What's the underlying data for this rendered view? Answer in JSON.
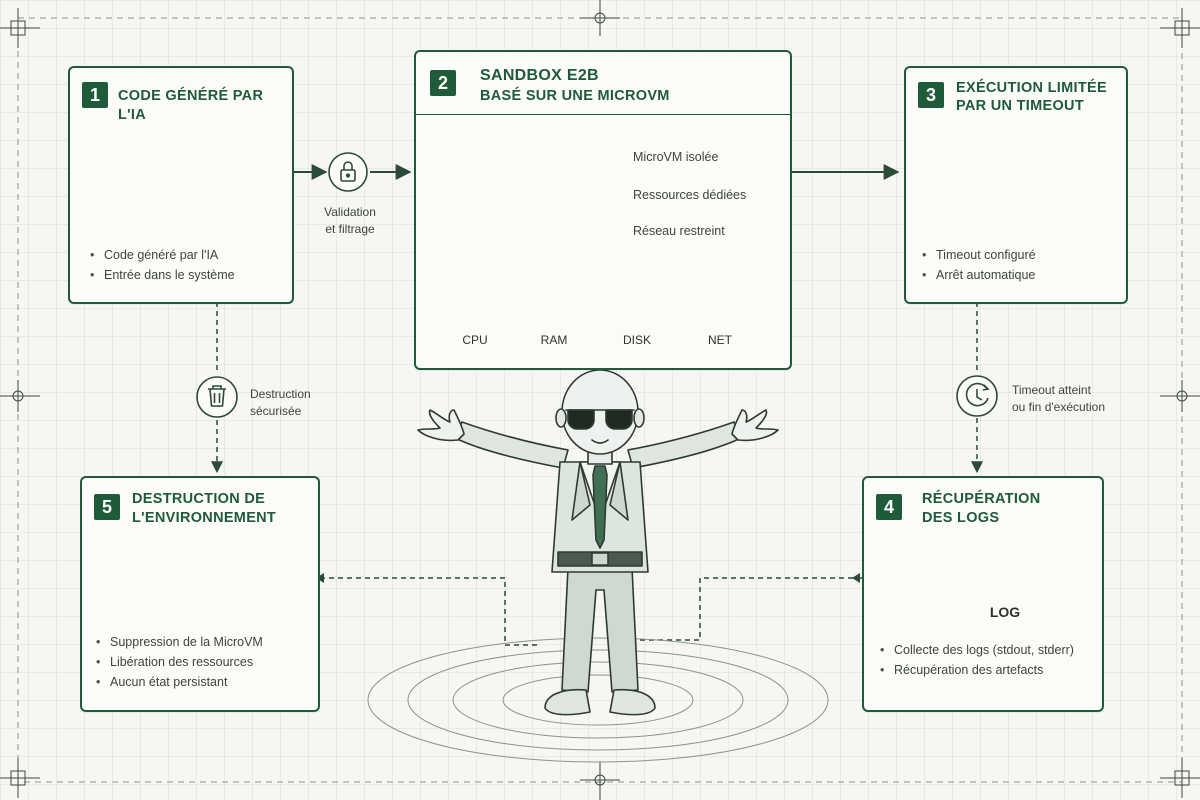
{
  "steps": {
    "step1": {
      "number": "1",
      "title": "CODE GÉNÉRÉ PAR L'IA",
      "bullets": [
        "Code généré par l'IA",
        "Entrée dans le système"
      ]
    },
    "step2": {
      "number": "2",
      "title_line1": "SANDBOX E2B",
      "title_line2": "BASÉ SUR UNE MICROVM",
      "features": [
        "MicroVM isolée",
        "Ressources dédiées",
        "Réseau restreint"
      ],
      "resources": [
        "CPU",
        "RAM",
        "DISK",
        "NET"
      ]
    },
    "step3": {
      "number": "3",
      "title_line1": "EXÉCUTION LIMITÉE",
      "title_line2": "PAR UN TIMEOUT",
      "bullets": [
        "Timeout configuré",
        "Arrêt automatique"
      ]
    },
    "step4": {
      "number": "4",
      "title_line1": "RÉCUPÉRATION",
      "title_line2": "DES LOGS",
      "log_label": "LOG",
      "bullets": [
        "Collecte des logs (stdout, stderr)",
        "Récupération des artefacts"
      ]
    },
    "step5": {
      "number": "5",
      "title_line1": "DESTRUCTION DE",
      "title_line2": "L'ENVIRONNEMENT",
      "bullets": [
        "Suppression de la MicroVM",
        "Libération des ressources",
        "Aucun état persistant"
      ]
    }
  },
  "connectors": {
    "validation": {
      "line1": "Validation",
      "line2": "et filtrage"
    },
    "timeout": {
      "line1": "Timeout atteint",
      "line2": "ou fin d'exécution"
    },
    "destruction": {
      "line1": "Destruction",
      "line2": "sécurisée"
    }
  },
  "colors": {
    "accent": "#1f5a3a",
    "background": "#f6f6f3",
    "line": "#2c4a38"
  }
}
